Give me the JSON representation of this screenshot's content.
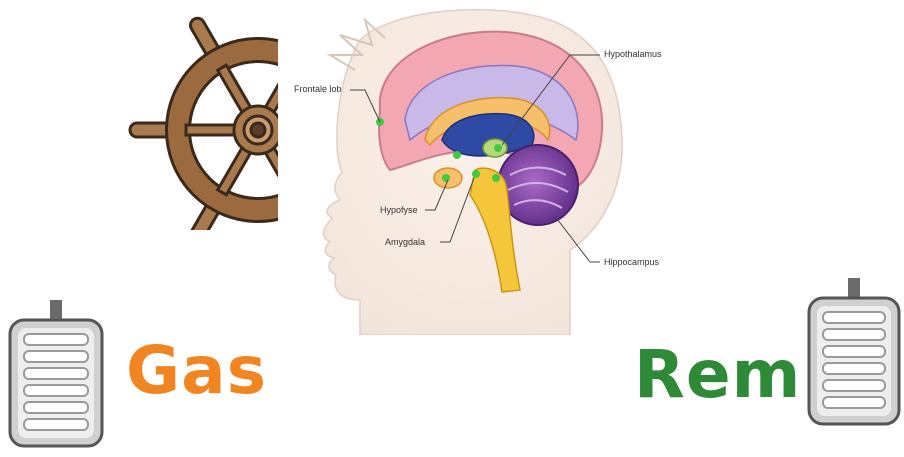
{
  "brain": {
    "labels": {
      "frontal": "Frontale lob",
      "hypothalamus": "Hypothalamus",
      "hypofyse": "Hypofyse",
      "amygdala": "Amygdala",
      "hippocampus": "Hippocampus"
    }
  },
  "left_pedal": {
    "word": "Gas",
    "color": "#f08522"
  },
  "right_pedal": {
    "word": "Rem",
    "color": "#2e8a36"
  },
  "icons": [
    "ship-wheel-icon",
    "brain-diagram",
    "pedal-icon"
  ]
}
